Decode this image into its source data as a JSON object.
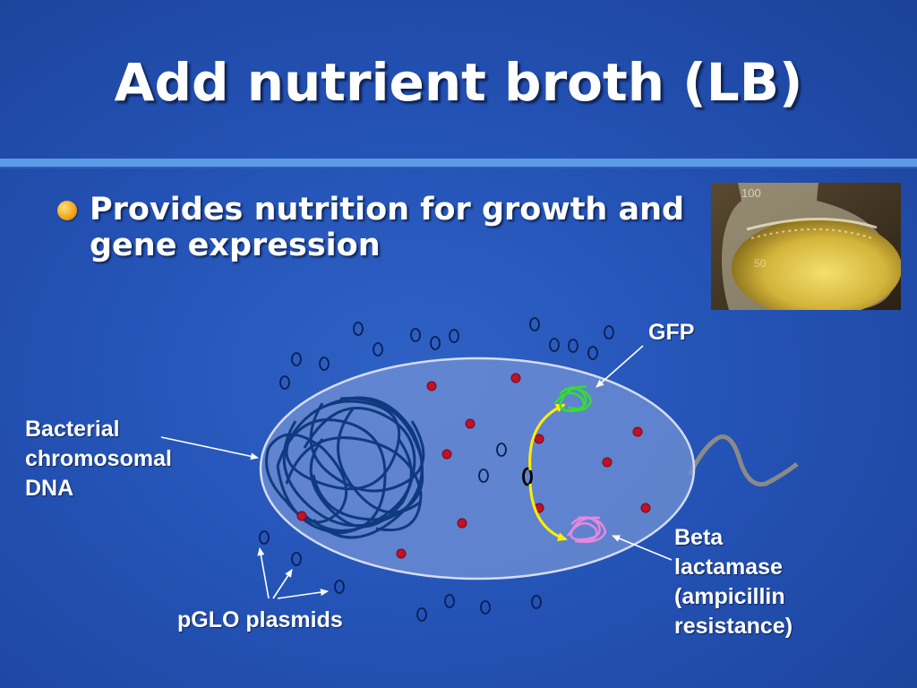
{
  "slide": {
    "title": "Add nutrient broth (LB)",
    "bullet": {
      "line1": "Provides nutrition for growth and",
      "line2": "gene expression"
    }
  },
  "diagram": {
    "labels": {
      "gfp": "GFP",
      "chromosome": [
        "Bacterial",
        "chromosomal",
        "DNA"
      ],
      "plasmids": "pGLO plasmids",
      "beta_lactamase": [
        "Beta",
        "lactamase",
        "(ampicillin",
        "resistance)"
      ]
    },
    "colors": {
      "cell_fill": "#6f8fd3",
      "dna": "#0f3a80",
      "gfp_protein": "#33dd33",
      "beta_lactamase_protein": "#e488e0",
      "arrow_yellow": "#ffee00",
      "dot_red": "#c0112a",
      "flagellum": "#8a8a8a"
    }
  },
  "photo": {
    "subject": "flask-of-lb-broth",
    "flask_marks": [
      "100",
      "50"
    ]
  }
}
